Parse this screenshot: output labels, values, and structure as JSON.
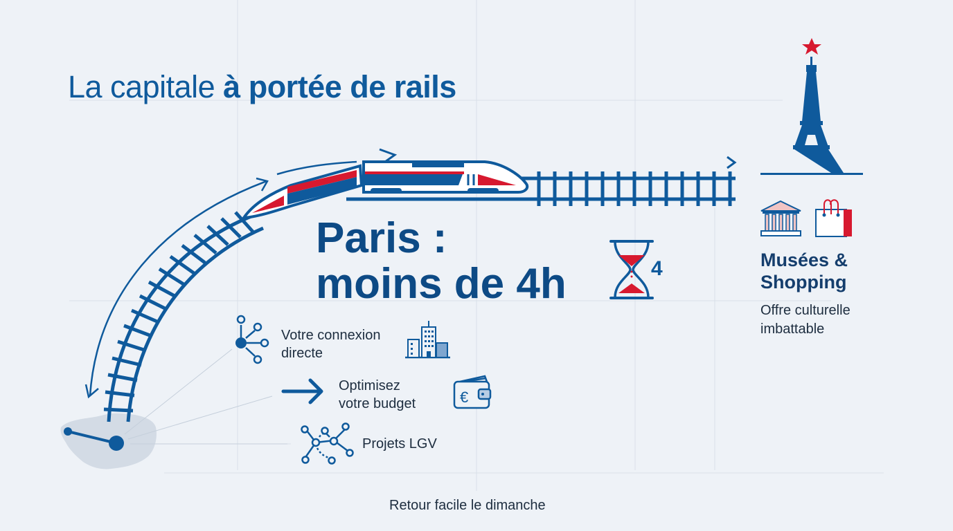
{
  "title": {
    "regular": "La capitale ",
    "bold": "à portée de rails"
  },
  "headline": {
    "line1": "Paris :",
    "line2": "moins de 4h",
    "superscript": "4"
  },
  "destination": {
    "title_line1": "Musées &",
    "title_line2": "Shopping",
    "subtitle_line1": "Offre culturelle",
    "subtitle_line2": "imbattable"
  },
  "features": [
    {
      "label_line1": "Votre connexion",
      "label_line2": "directe",
      "icon": "network-hub-icon",
      "side_icon": "city-buildings-icon"
    },
    {
      "label_line1": "Optimisez",
      "label_line2": "votre budget",
      "icon": "arrow-right-icon",
      "side_icon": "euro-wallet-icon"
    },
    {
      "label_line1": "Projets LGV",
      "label_line2": "",
      "icon": "network-graph-icon",
      "side_icon": ""
    }
  ],
  "footer": "Retour facile le dimanche",
  "colors": {
    "background": "#eef2f7",
    "primary_blue": "#0f5a9c",
    "dark_blue": "#0d4a85",
    "accent_red": "#d7192f",
    "text_dark": "#1d2d3f",
    "grid": "#d9e0e8",
    "region_gray": "#d3dbe5"
  }
}
